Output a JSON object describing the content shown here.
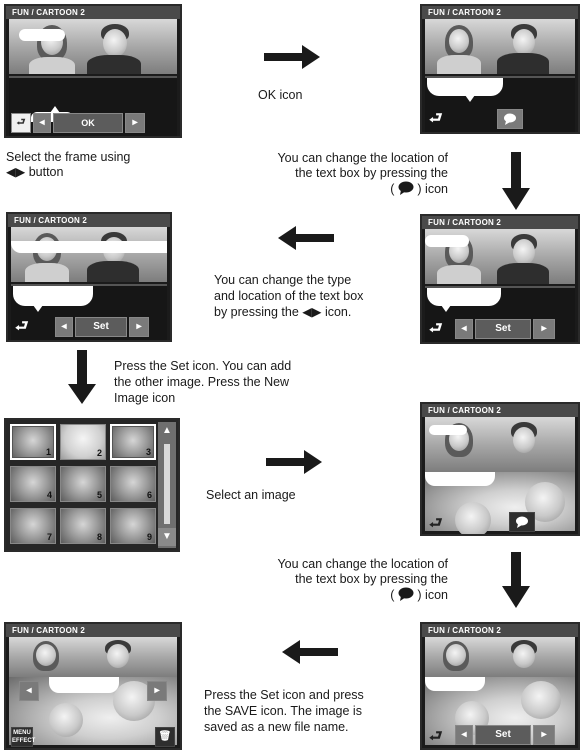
{
  "screen_title": "FUN / CARTOON 2",
  "buttons": {
    "ok": "OK",
    "set": "Set",
    "menu_effect_1": "MENU",
    "menu_effect_2": "EFFECT"
  },
  "captions": {
    "c1_line1": "Select the frame using",
    "c1_line2": "◀▶ button",
    "c2": "OK icon",
    "c3_line1": "You can change the location of",
    "c3_line2": "the text box by pressing the",
    "c3_line3a": "(",
    "c3_line3b": ") icon",
    "c4_line1": "You can change the type",
    "c4_line2": "and location of the text box",
    "c4_line3": "by pressing the ◀▶ icon.",
    "c5_line1": "Press the Set icon. You can add",
    "c5_line2": "the other image. Press the New",
    "c5_line3": "Image icon",
    "c6": "Select an image",
    "c7_line1": "You can change the location of",
    "c7_line2": "the text box by pressing the",
    "c7_line3a": "(",
    "c7_line3b": ") icon",
    "c8_line1": "Press the Set icon and press",
    "c8_line2": "the SAVE icon. The image is",
    "c8_line3": "saved as a new file name."
  },
  "thumbnails": [
    "1",
    "2",
    "3",
    "4",
    "5",
    "6",
    "7",
    "8",
    "9"
  ],
  "icons": {
    "return": "return-icon",
    "left": "left-arrow-icon",
    "right": "right-arrow-icon",
    "speech": "speech-bubble-icon",
    "trash": "trash-icon",
    "up": "scroll-up-icon",
    "down": "scroll-down-icon"
  },
  "colors": {
    "screen_bg": "#1b1b1b",
    "title_bar": "#4a4a4a",
    "arrow": "#1a1a1a"
  }
}
